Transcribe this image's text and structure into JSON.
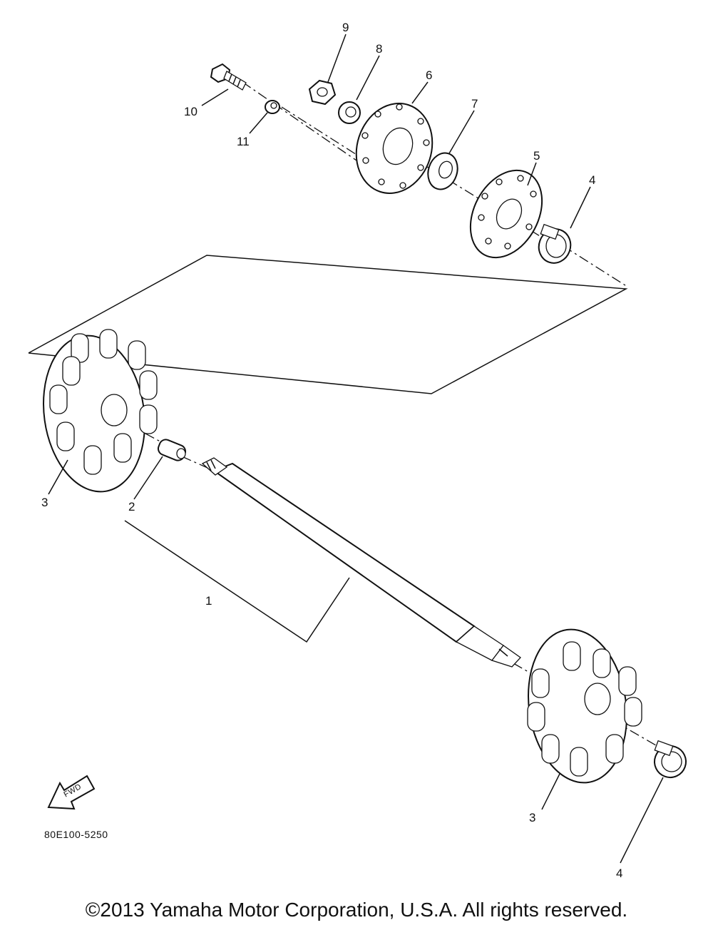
{
  "callouts": {
    "c1": "1",
    "c2": "2",
    "c3a": "3",
    "c3b": "3",
    "c4a": "4",
    "c4b": "4",
    "c5": "5",
    "c6": "6",
    "c7": "7",
    "c8": "8",
    "c9": "9",
    "c10": "10",
    "c11": "11"
  },
  "fwd_label": "FWD",
  "diagram_code": "80E100-5250",
  "copyright": "©2013 Yamaha Motor Corporation, U.S.A. All rights reserved."
}
